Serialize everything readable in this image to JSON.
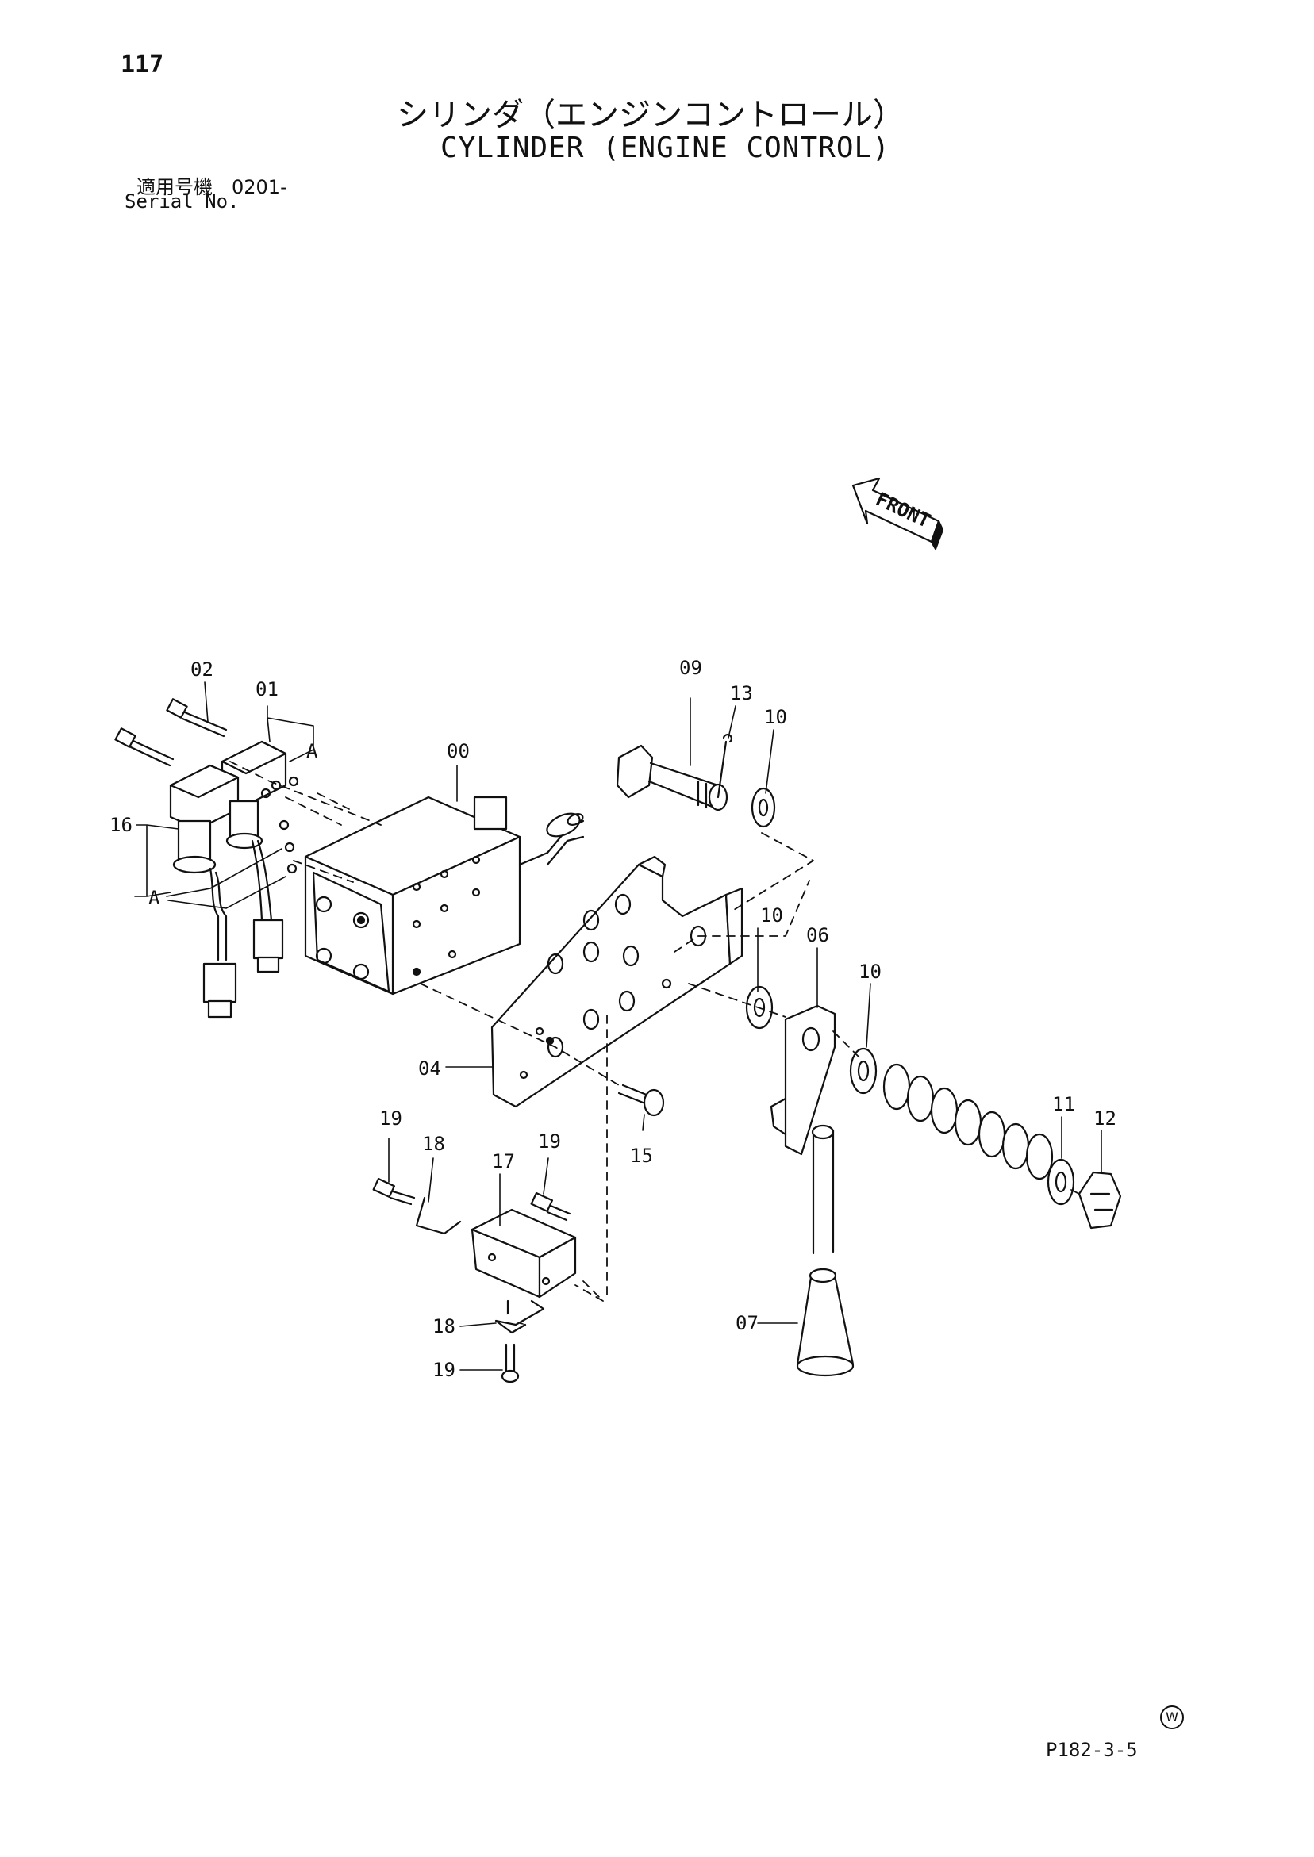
{
  "header": {
    "page_number": "117",
    "title_jp": "シリンダ（エンジンコントロール）",
    "title_en": "CYLINDER (ENGINE CONTROL)",
    "serial_jp": "適用号機　0201-",
    "serial_en": "Serial No."
  },
  "diagram": {
    "front_label": "FRONT",
    "part_labels": {
      "p00": "00",
      "p01": "01",
      "p02": "02",
      "p04": "04",
      "p06": "06",
      "p07": "07",
      "p09": "09",
      "p10a": "10",
      "p10b": "10",
      "p10c": "10",
      "p11": "11",
      "p12": "12",
      "p13": "13",
      "p15": "15",
      "p16": "16",
      "p17": "17",
      "p18a": "18",
      "p18b": "18",
      "p19a": "19",
      "p19b": "19",
      "p19c": "19",
      "ref_a1": "A",
      "ref_a2": "A"
    }
  },
  "footer": {
    "symbol": "W",
    "code": "P182-3-5"
  }
}
